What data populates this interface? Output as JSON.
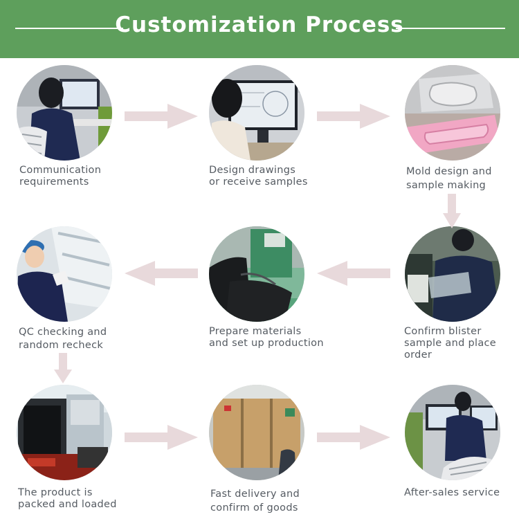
{
  "header": {
    "title": "Customization Process"
  },
  "steps": [
    {
      "lines": [
        "Communication",
        "requirements"
      ]
    },
    {
      "lines": [
        "Design drawings",
        "or receive samples"
      ]
    },
    {
      "lines": [
        "Mold design and",
        "sample making"
      ]
    },
    {
      "lines": [
        "Confirm blister",
        "sample and place",
        "order"
      ]
    },
    {
      "lines": [
        "Prepare materials",
        "and set up production"
      ]
    },
    {
      "lines": [
        "QC checking and",
        "random recheck"
      ]
    },
    {
      "lines": [
        "The product is",
        "packed and loaded"
      ]
    },
    {
      "lines": [
        "Fast delivery and",
        "confirm of goods"
      ]
    },
    {
      "lines": [
        "After-sales service"
      ]
    }
  ],
  "colors": {
    "header_bg": "#5e9f5c",
    "arrow": "#e8d9db",
    "label_text": "#555b62"
  }
}
